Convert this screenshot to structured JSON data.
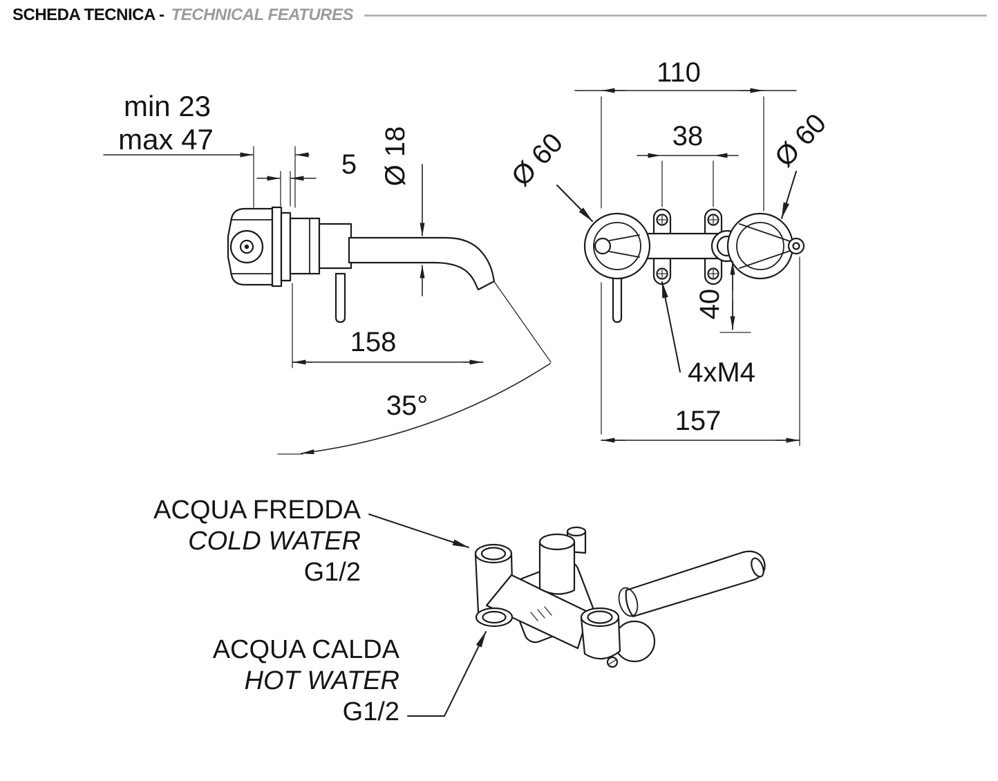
{
  "header": {
    "title": "SCHEDA TECNICA -",
    "subtitle": "TECHNICAL FEATURES"
  },
  "side_view": {
    "wall_depth_min": "min 23",
    "wall_depth_max": "max 47",
    "plate_thickness": "5",
    "spout_diameter": "Ø 18",
    "spout_length": "158",
    "spout_angle": "35°"
  },
  "front_view": {
    "centers_distance": "110",
    "screw_spacing": "38",
    "rosette_diameter_left": "Ø 60",
    "rosette_diameter_right": "Ø 60",
    "vertical_offset": "40",
    "screws": "4xM4",
    "overall_width": "157"
  },
  "connections": {
    "cold_label_it": "ACQUA FREDDA",
    "cold_label_en": "COLD WATER",
    "cold_thread": "G1/2",
    "hot_label_it": "ACQUA CALDA",
    "hot_label_en": "HOT WATER",
    "hot_thread": "G1/2"
  },
  "colors": {
    "line": "#1a1a1a",
    "header_muted": "#9c9c9c",
    "rule": "#b5b5b5"
  }
}
